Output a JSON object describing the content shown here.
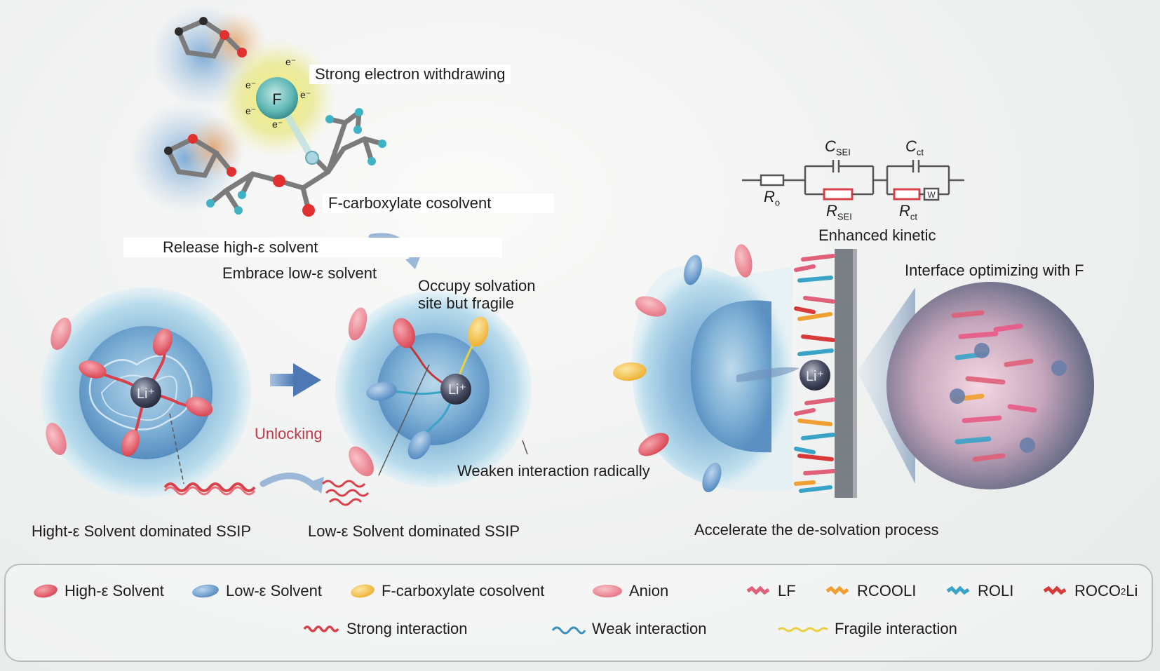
{
  "labels": {
    "strong_withdrawing": "Strong electron withdrawing",
    "f_carboxylate": "F-carboxylate cosolvent",
    "release": "Release high-ε solvent",
    "embrace": "Embrace low-ε solvent",
    "occupy": "Occupy solvation\nsite but fragile",
    "unlocking": "Unlocking",
    "weaken": "Weaken interaction radically",
    "enhanced": "Enhanced kinetic",
    "interface": "Interface optimizing with F",
    "hight_ssip": "Hight-ε Solvent dominated SSIP",
    "low_ssip": "Low-ε Solvent dominated SSIP",
    "accelerate": "Accelerate the de-solvation process"
  },
  "atoms": {
    "fluorine": "F",
    "lithium": "Li⁺",
    "electron": "e⁻"
  },
  "circuit": {
    "r0": "R",
    "r0_sub": "o",
    "csei": "C",
    "csei_sub": "SEI",
    "rsei": "R",
    "rsei_sub": "SEI",
    "cct": "C",
    "cct_sub": "ct",
    "rct": "R",
    "rct_sub": "ct",
    "w": "W"
  },
  "legend": {
    "row1": [
      {
        "label": "High-ε Solvent",
        "icon": "red-ellipse",
        "color": "#e0505e"
      },
      {
        "label": "Low-ε Solvent",
        "icon": "blue-ellipse",
        "color": "#5e8fc4"
      },
      {
        "label": "F-carboxylate cosolvent",
        "icon": "yellow-ellipse",
        "color": "#f2bf3a"
      },
      {
        "label": "Anion",
        "icon": "pink-ellipse",
        "color": "#e88a95"
      },
      {
        "label": "LF",
        "icon": "pink-squiggle",
        "color": "#e0607a"
      },
      {
        "label": "RCOOLI",
        "icon": "orange-squiggle",
        "color": "#f0a032"
      },
      {
        "label": "ROLI",
        "icon": "cyan-squiggle",
        "color": "#3aa3c8"
      },
      {
        "label": "ROCO",
        "sub": "2",
        "label_tail": "Li",
        "icon": "red-squiggle",
        "color": "#d83a3a"
      }
    ],
    "row2": [
      {
        "label": "Strong interaction",
        "icon": "strong-wave",
        "color": "#d8404a"
      },
      {
        "label": "Weak interaction",
        "icon": "weak-wave",
        "color": "#3a8fb8"
      },
      {
        "label": "Fragile interaction",
        "icon": "fragile-wave",
        "color": "#e8d040"
      }
    ]
  }
}
